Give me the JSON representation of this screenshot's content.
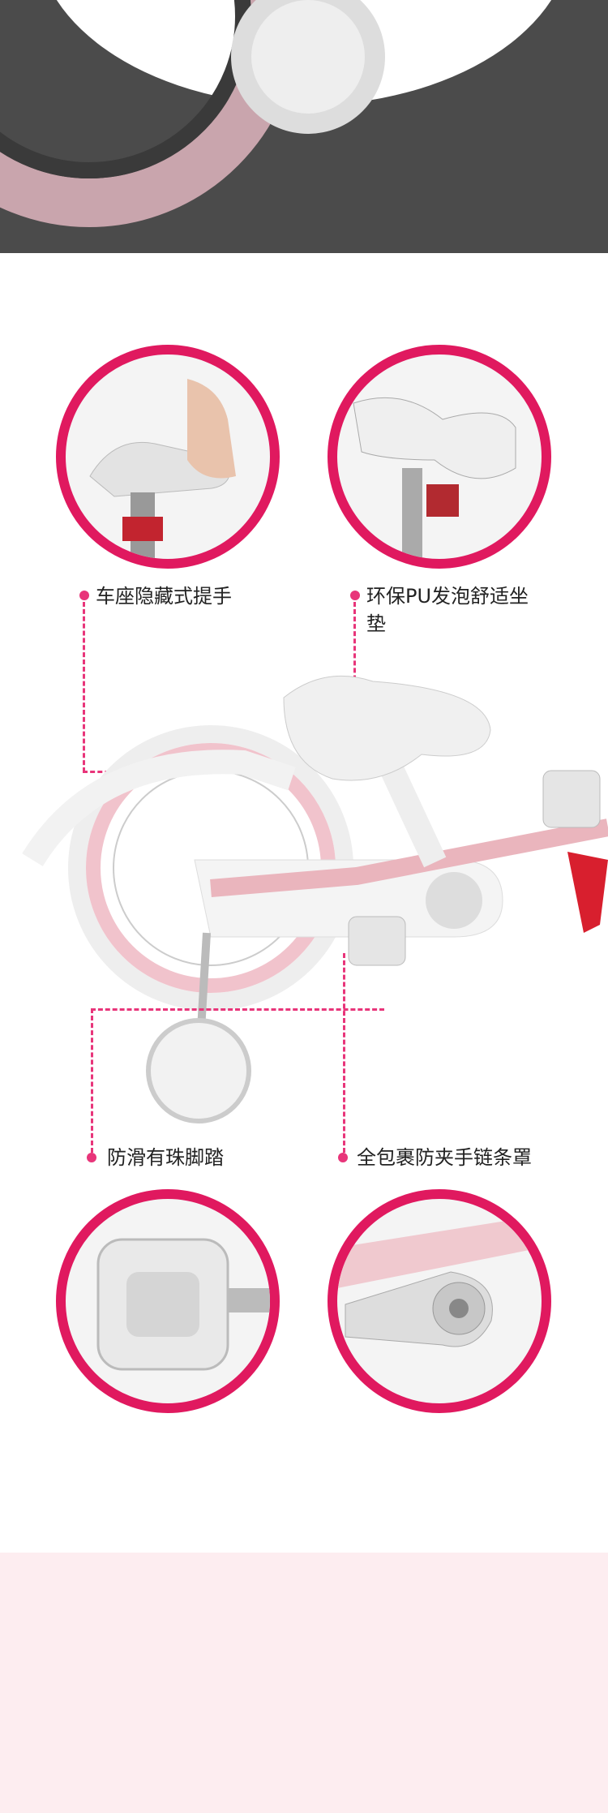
{
  "features": [
    {
      "label": "车座隐藏式提手"
    },
    {
      "label": "环保PU发泡舒适坐垫"
    },
    {
      "label": "防滑有珠脚踏"
    },
    {
      "label": "全包裹防夹手链条罩"
    }
  ],
  "colors": {
    "accent": "#e0195f",
    "dash": "#e8357a",
    "band": "#fdedf0",
    "dark": "#4b4b4b"
  }
}
